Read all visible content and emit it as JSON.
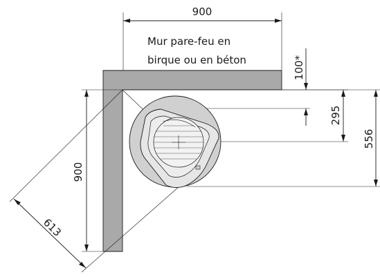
{
  "wall_label": {
    "line1": "Mur pare-feu en",
    "line2": "birque ou en béton"
  },
  "dimensions": {
    "top_width": "900",
    "left_height": "900",
    "clearance_top": "100*",
    "stove_offset": "295",
    "stove_depth": "556",
    "diagonal": "613"
  },
  "colors": {
    "wall_fill": "#a9a9a9",
    "stove_outer": "#d0d0d0",
    "stove_body": "#e6e6e6",
    "line": "#1a1a1a"
  }
}
